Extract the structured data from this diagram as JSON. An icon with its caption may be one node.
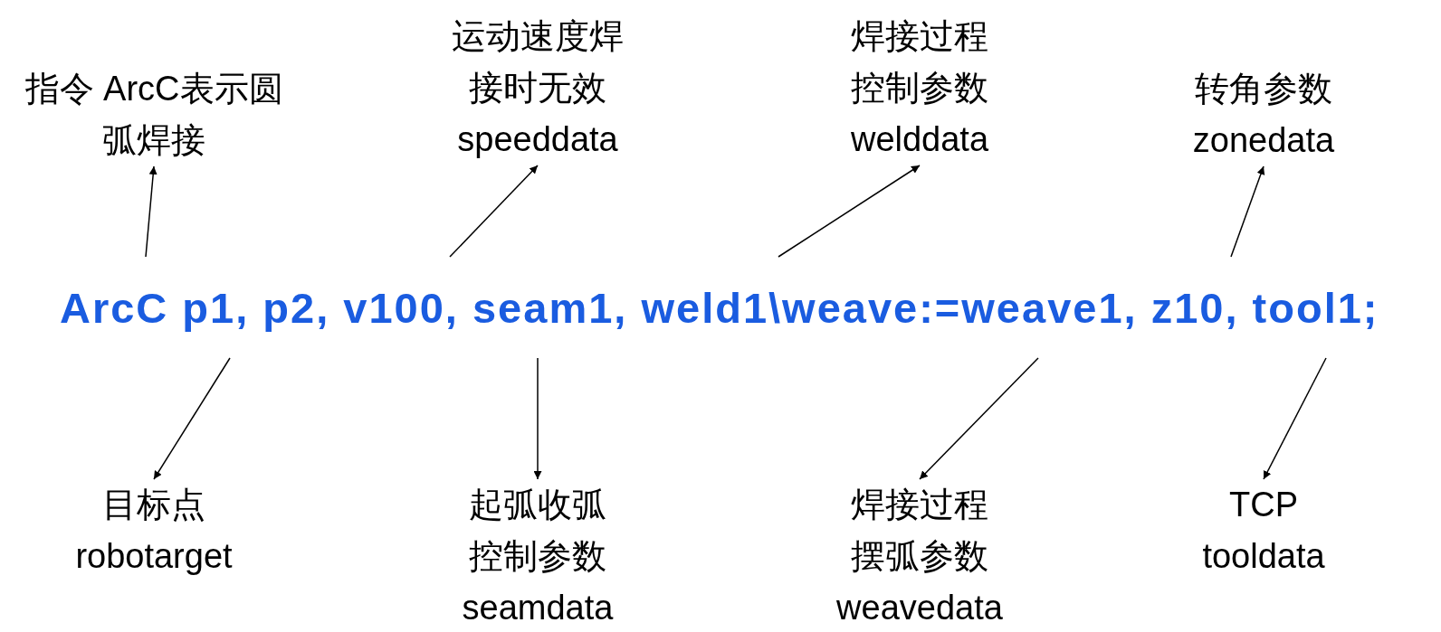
{
  "diagram": {
    "nodes": [
      {
        "text": [
          "指令 ArcC表示圆弧焊接"
        ]
      },
      {
        "text": [
          "运动速度焊接时无效",
          "speeddata"
        ]
      },
      {
        "text": [
          "焊接过程控制参数",
          "welddata"
        ]
      },
      {
        "text": [
          "转角参数",
          "zonedata"
        ]
      },
      {
        "text": [
          "ArcC p1, p2, v100, seam1, weld1\\weave:=weave1, z10, tool1;"
        ]
      },
      {
        "text": [
          "目标点",
          "robotarget"
        ]
      },
      {
        "text": [
          "起弧收弧控制参数",
          "seamdata"
        ]
      },
      {
        "text": [
          "焊接过程摆弧参数",
          "weavedata"
        ]
      },
      {
        "text": [
          "TCP",
          "tooldata"
        ]
      }
    ],
    "edges": [
      {
        "from": 4,
        "to": 0,
        "arrow": "to"
      },
      {
        "from": 4,
        "to": 1,
        "arrow": "to"
      },
      {
        "from": 4,
        "to": 2,
        "arrow": "to"
      },
      {
        "from": 4,
        "to": 3,
        "arrow": "to"
      },
      {
        "from": 4,
        "to": 5,
        "arrow": "to"
      },
      {
        "from": 4,
        "to": 6,
        "arrow": "to"
      },
      {
        "from": 4,
        "to": 7,
        "arrow": "to"
      },
      {
        "from": 4,
        "to": 8,
        "arrow": "to"
      }
    ]
  }
}
